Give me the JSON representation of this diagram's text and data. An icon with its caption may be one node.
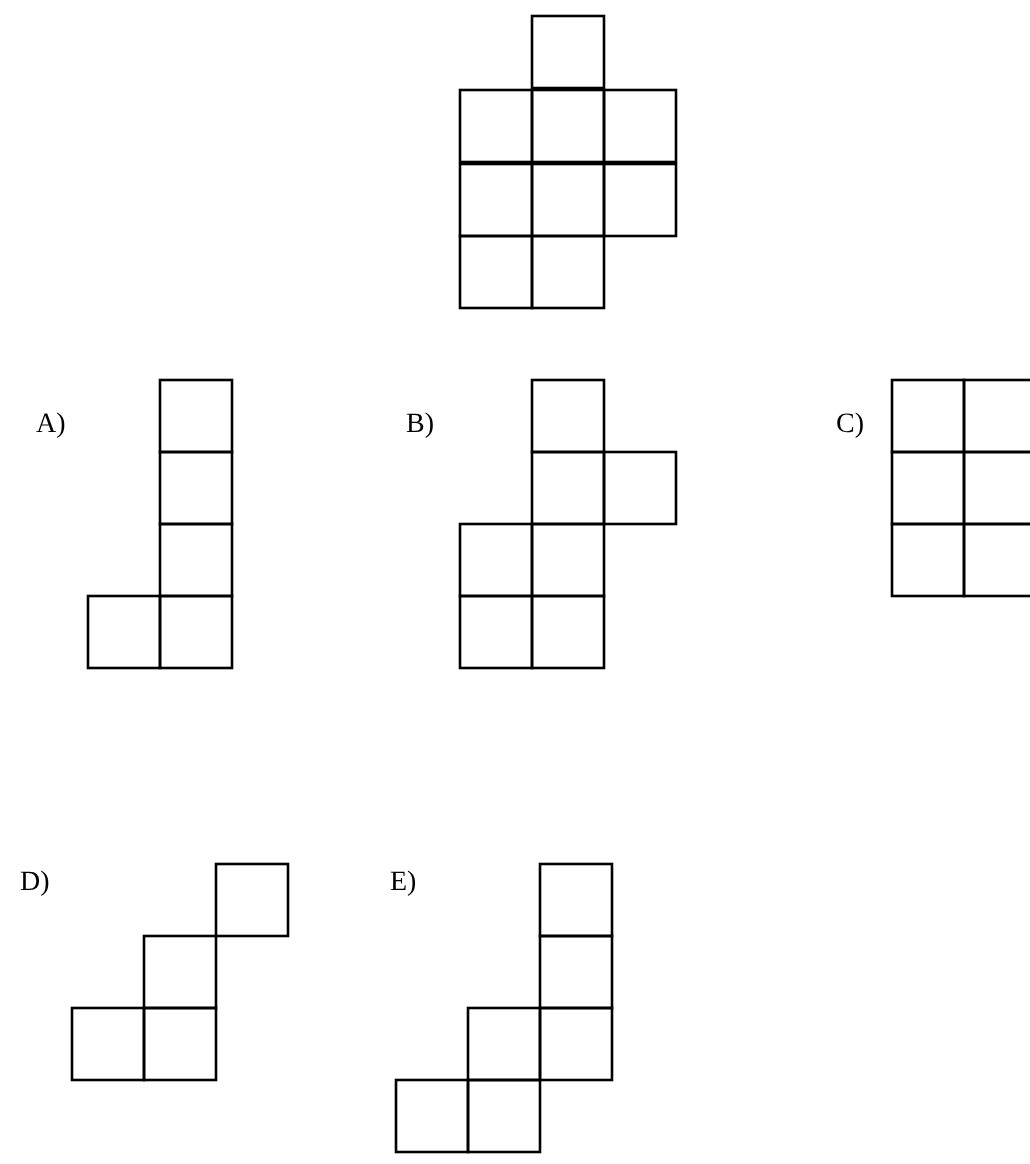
{
  "diagram": {
    "labels": [
      "A)",
      "B)",
      "C)",
      "D)",
      "E)"
    ]
  }
}
